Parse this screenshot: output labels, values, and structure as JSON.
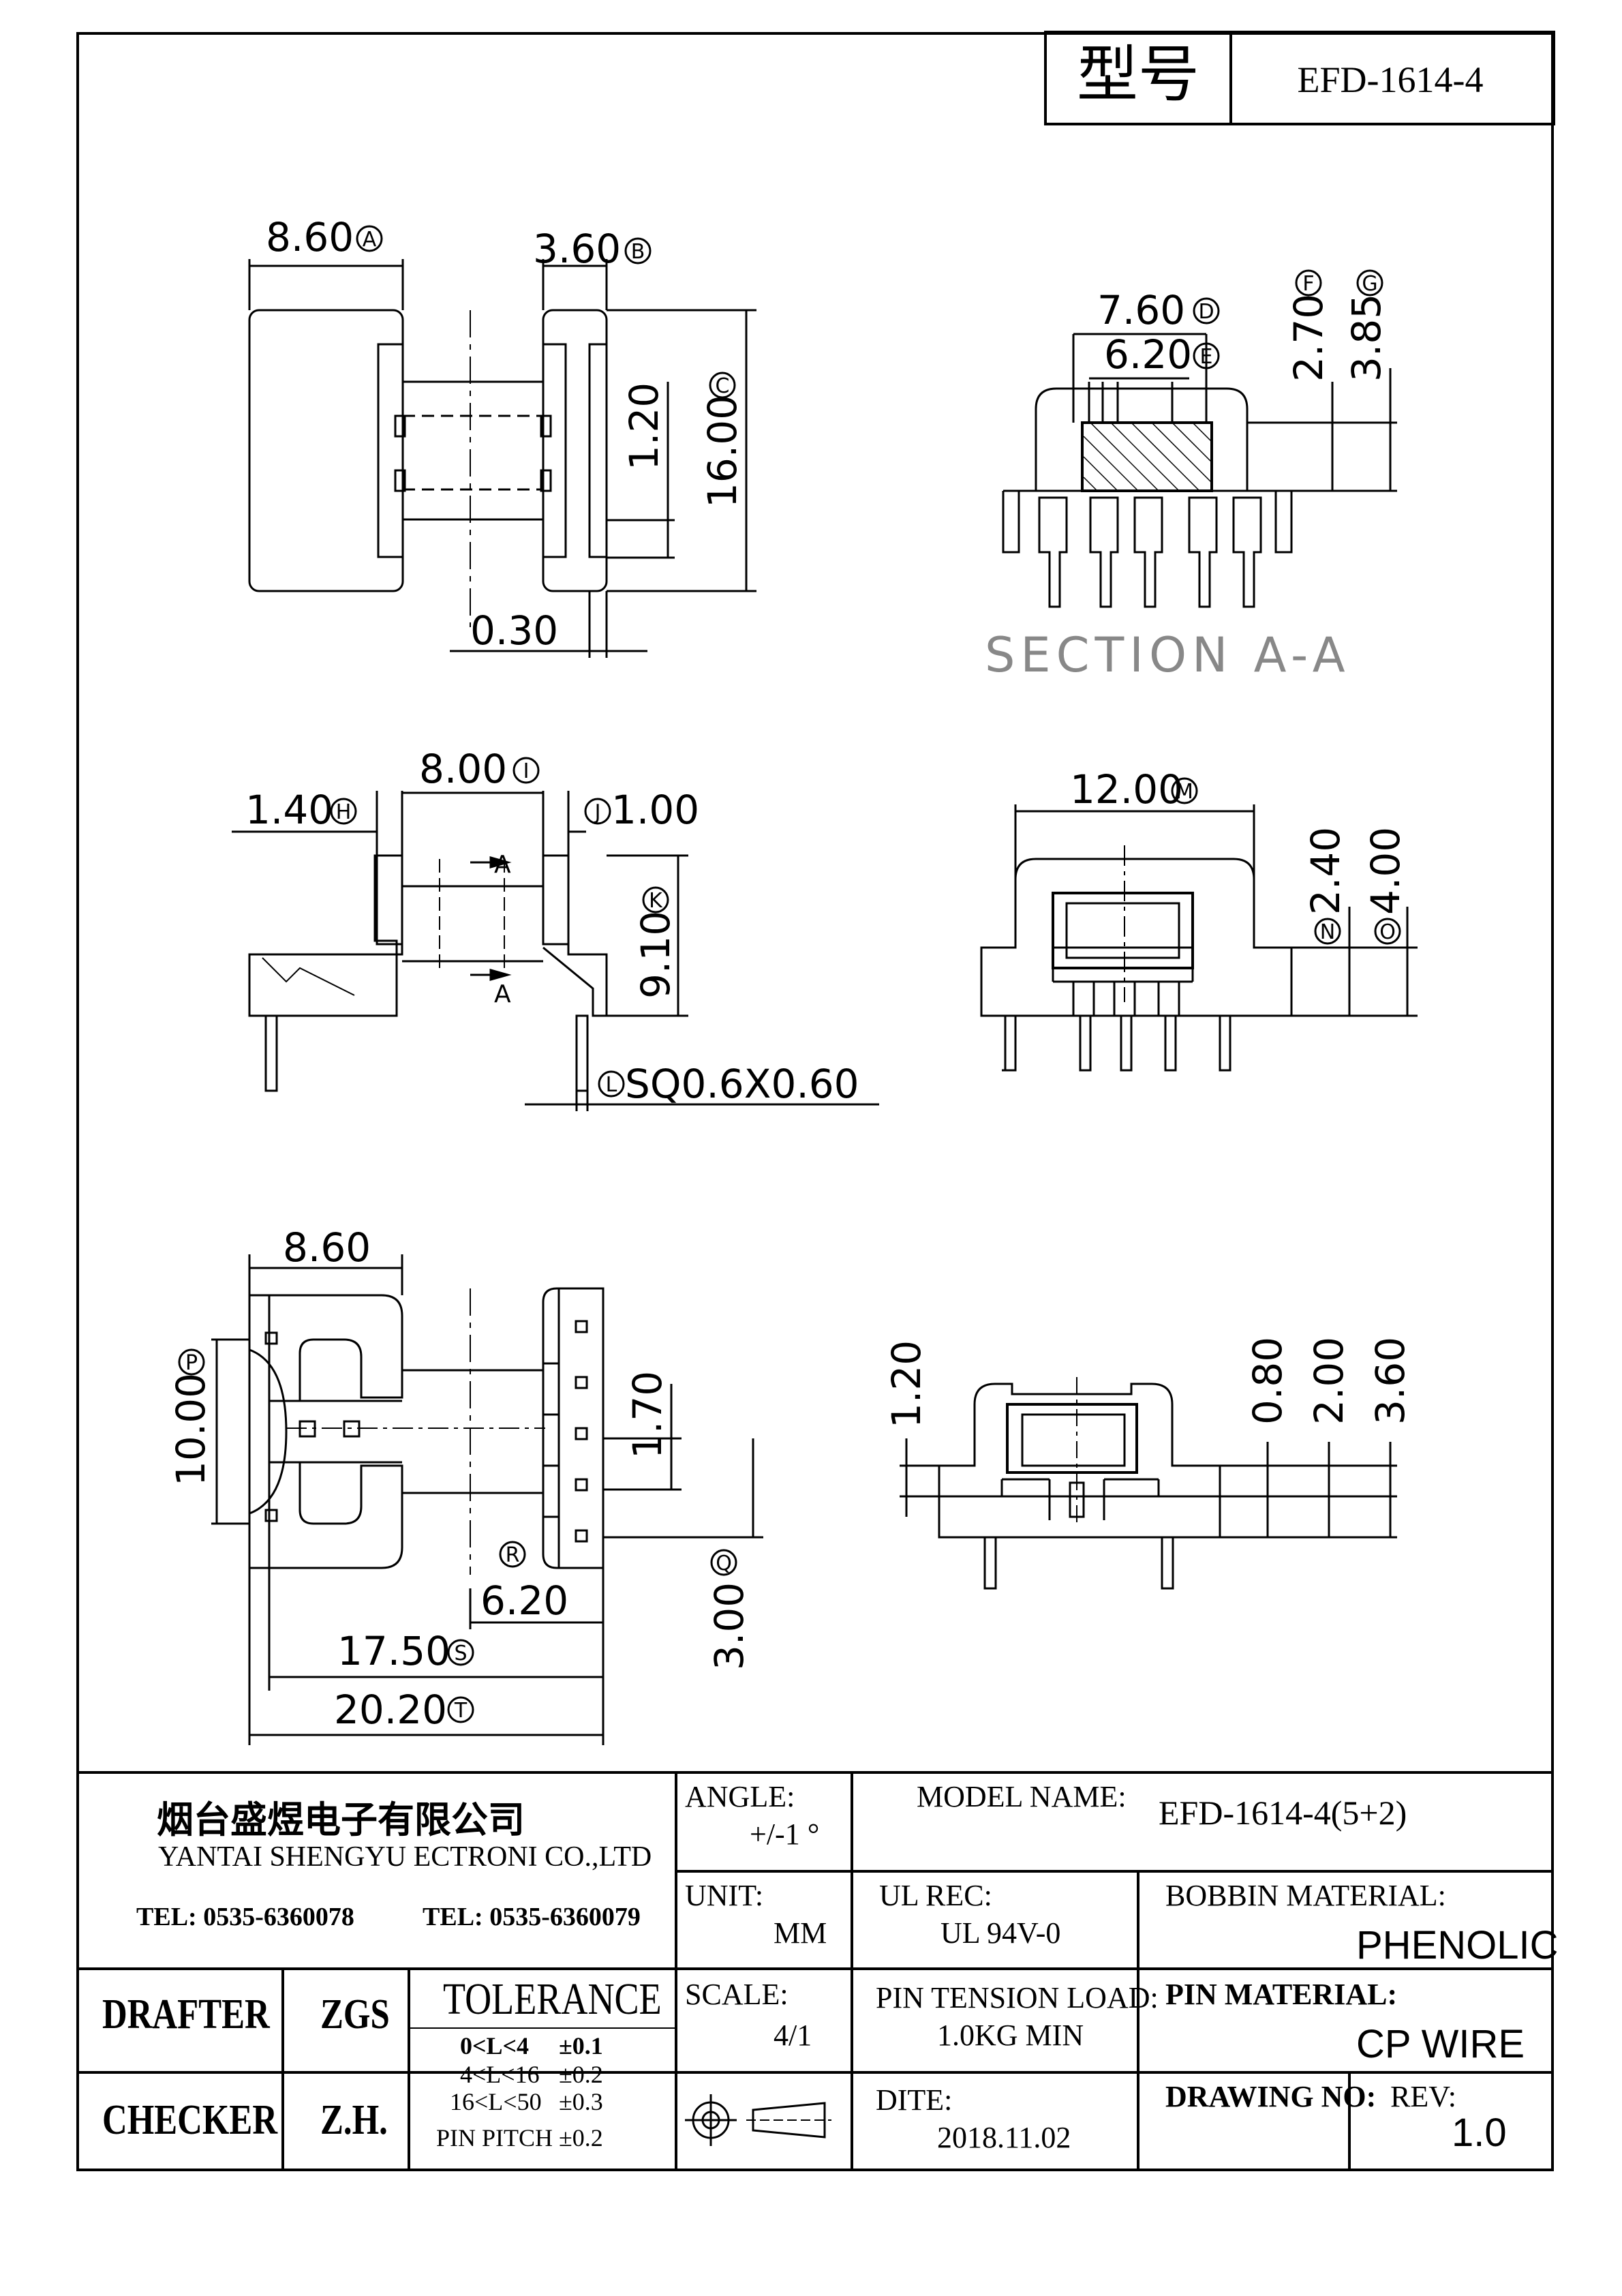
{
  "header": {
    "type_label": "型号",
    "model": "EFD-1614-4"
  },
  "views": {
    "top_left": {
      "dim_a": "8.60",
      "dim_b": "3.60",
      "dim_c": "16.00",
      "dim_120": "1.20",
      "dim_030": "0.30",
      "mark_a": "A",
      "mark_b": "B",
      "mark_c": "C"
    },
    "section": {
      "dim_d": "7.60",
      "dim_e": "6.20",
      "dim_f": "2.70",
      "dim_g": "3.85",
      "caption": "SECTION A-A",
      "mark_d": "D",
      "mark_e": "E",
      "mark_f": "F",
      "mark_g": "G"
    },
    "mid_left": {
      "dim_h": "1.40",
      "dim_i": "8.00",
      "dim_j": "1.00",
      "dim_k": "9.10",
      "dim_l": "SQ0.6X0.60",
      "section_a": "A",
      "mark_h": "H",
      "mark_i": "I",
      "mark_j": "J",
      "mark_k": "K",
      "mark_l": "L"
    },
    "mid_right": {
      "dim_m": "12.00",
      "dim_n": "2.40",
      "dim_o": "4.00",
      "mark_m": "M",
      "mark_n": "N",
      "mark_o": "O"
    },
    "bottom_left": {
      "dim_860": "8.60",
      "dim_p": "10.00",
      "dim_170": "1.70",
      "dim_r": "6.20",
      "dim_q": "3.00",
      "dim_s": "17.50",
      "dim_t": "20.20",
      "mark_p": "P",
      "mark_q": "Q",
      "mark_r": "R",
      "mark_s": "S",
      "mark_t": "T"
    },
    "bottom_right": {
      "dim_120": "1.20",
      "dim_080": "0.80",
      "dim_200": "2.00",
      "dim_360": "3.60"
    }
  },
  "title_block": {
    "company_cn": "烟台盛煜电子有限公司",
    "company_en": "YANTAI SHENGYU ECTRONI CO.,LTD",
    "tel1": "TEL: 0535-6360078",
    "tel2": "TEL: 0535-6360079",
    "angle_label": "ANGLE:",
    "angle_value": "+/-1 °",
    "model_name_label": "MODEL NAME:",
    "model_name_value": "EFD-1614-4(5+2)",
    "unit_label": "UNIT:",
    "unit_value": "MM",
    "ul_label": "UL REC:",
    "ul_value": "UL 94V-0",
    "bobbin_label": "BOBBIN MATERIAL:",
    "bobbin_value": "PHENOLIC",
    "drafter_label": "DRAFTER",
    "drafter_value": "ZGS",
    "checker_label": "CHECKER",
    "checker_value": "Z.H.",
    "tolerance_title": "TOLERANCE",
    "tol_rows": [
      {
        "range": "0<L<4",
        "tol": "±0.1"
      },
      {
        "range": "4<L<16",
        "tol": "±0.2"
      },
      {
        "range": "16<L<50",
        "tol": "±0.3"
      }
    ],
    "pin_pitch": "PIN PITCH  ±0.2",
    "scale_label": "SCALE:",
    "scale_value": "4/1",
    "pin_tension_label": "PIN TENSION LOAD:",
    "pin_tension_value": "1.0KG MIN",
    "pin_material_label": "PIN MATERIAL:",
    "pin_material_value": "CP WIRE",
    "date_label": "DITE:",
    "date_value": "2018.11.02",
    "drawing_no_label": "DRAWING NO:",
    "rev_label": "REV:",
    "rev_value": "1.0"
  }
}
